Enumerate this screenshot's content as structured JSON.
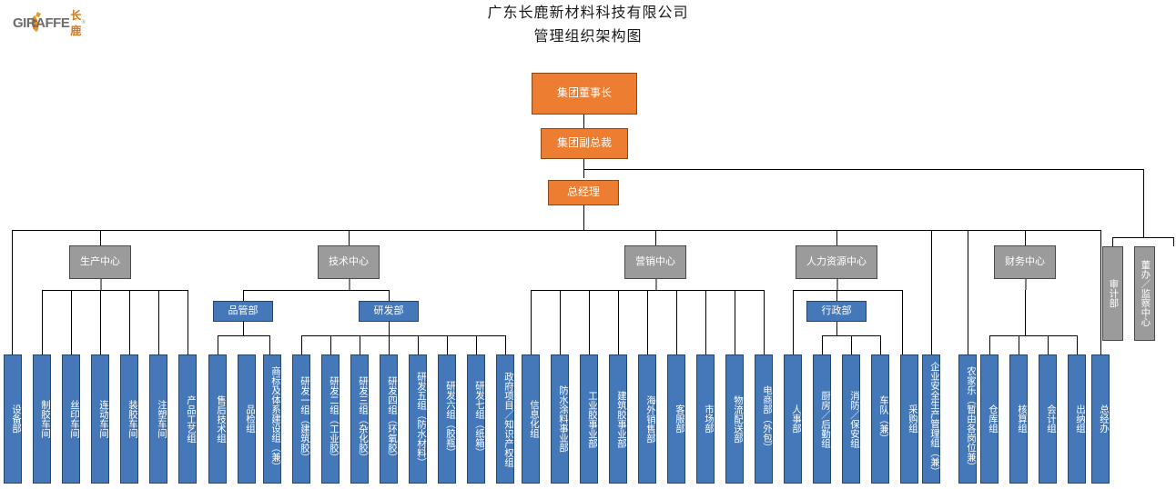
{
  "logo": {
    "latin": "GIRAFFE",
    "chinese": "长鹿",
    "registered": "®",
    "icon": "giraffe-logo-icon"
  },
  "title": {
    "line1": "广东长鹿新材料科技有限公司",
    "line2": "管理组织架构图"
  },
  "colors": {
    "executive": "#ED7D31",
    "center": "#9B9B9B",
    "department": "#4478B8",
    "line": "#000000",
    "line_gray": "#808080"
  },
  "chart_data": {
    "type": "diagram",
    "title": "广东长鹿新材料科技有限公司 管理组织架构图",
    "levels": [
      {
        "name": "executive",
        "color": "#ED7D31"
      },
      {
        "name": "center",
        "color": "#9B9B9B"
      },
      {
        "name": "department",
        "color": "#4478B8"
      }
    ]
  },
  "executive": [
    {
      "id": "chairman",
      "label": "集团董事长"
    },
    {
      "id": "vice-president",
      "label": "集团副总裁"
    },
    {
      "id": "general-manager",
      "label": "总经理"
    }
  ],
  "centers": [
    {
      "id": "production-center",
      "label": "生产中心"
    },
    {
      "id": "technology-center",
      "label": "技术中心"
    },
    {
      "id": "marketing-center",
      "label": "营销中心"
    },
    {
      "id": "hr-center",
      "label": "人力资源中心"
    },
    {
      "id": "finance-center",
      "label": "财务中心"
    }
  ],
  "side_units": [
    {
      "id": "audit-dept",
      "label": "审计部"
    },
    {
      "id": "board-office-supervision-center",
      "label": "董办／监察中心"
    }
  ],
  "mid_departments": [
    {
      "id": "quality-control-dept",
      "label": "品管部"
    },
    {
      "id": "rd-dept",
      "label": "研发部"
    },
    {
      "id": "administration-dept",
      "label": "行政部"
    }
  ],
  "units": [
    {
      "id": "equipment-dept",
      "label": "设备部"
    },
    {
      "id": "glue-making-workshop",
      "label": "制胶车间"
    },
    {
      "id": "silk-screen-workshop",
      "label": "丝印车间"
    },
    {
      "id": "linkage-workshop",
      "label": "连动车间"
    },
    {
      "id": "glue-filling-workshop",
      "label": "装胶车间"
    },
    {
      "id": "injection-molding-workshop",
      "label": "注塑车间"
    },
    {
      "id": "product-process-group",
      "label": "产品工艺组"
    },
    {
      "id": "after-sales-technical-group",
      "label": "售后技术组"
    },
    {
      "id": "quality-inspection-group",
      "label": "品检组"
    },
    {
      "id": "trademark-system-construction-group",
      "label": "商标及体系建设组（兼）"
    },
    {
      "id": "rd-group-1",
      "label": "研发一组（建筑胶）"
    },
    {
      "id": "rd-group-2",
      "label": "研发二组（工业胶）"
    },
    {
      "id": "rd-group-3",
      "label": "研发三组（杂化胶）"
    },
    {
      "id": "rd-group-4",
      "label": "研发四组（环氧胶）"
    },
    {
      "id": "rd-group-5",
      "label": "研发五组（防水材料）"
    },
    {
      "id": "rd-group-6",
      "label": "研发六组（胶瓶）"
    },
    {
      "id": "rd-group-7",
      "label": "研发七组（纸箱）"
    },
    {
      "id": "government-project-ip-group",
      "label": "政府项目／知识产权组"
    },
    {
      "id": "informatization-group",
      "label": "信息化组"
    },
    {
      "id": "waterproof-coating-division",
      "label": "防水涂料事业部"
    },
    {
      "id": "industrial-adhesive-division",
      "label": "工业胶事业部"
    },
    {
      "id": "construction-adhesive-division",
      "label": "建筑胶事业部"
    },
    {
      "id": "overseas-sales-dept",
      "label": "海外销售部"
    },
    {
      "id": "customer-service-dept",
      "label": "客服部"
    },
    {
      "id": "market-dept",
      "label": "市场部"
    },
    {
      "id": "logistics-distribution-dept",
      "label": "物流配送部"
    },
    {
      "id": "ecommerce-dept",
      "label": "电商部（外包）"
    },
    {
      "id": "personnel-dept",
      "label": "人事部"
    },
    {
      "id": "kitchen-logistics-group",
      "label": "厨房／后勤组"
    },
    {
      "id": "fire-security-group",
      "label": "消防／保安组"
    },
    {
      "id": "fleet-group",
      "label": "车队（兼）"
    },
    {
      "id": "purchasing-group",
      "label": "采购组"
    },
    {
      "id": "enterprise-safety-production-group",
      "label": "企业安全生产管理组（兼）"
    },
    {
      "id": "farmhouse-leisure",
      "label": "农家乐（暂由各岗位兼）"
    },
    {
      "id": "warehouse-group",
      "label": "仓库组"
    },
    {
      "id": "accounting-group",
      "label": "核算组"
    },
    {
      "id": "bookkeeping-group",
      "label": "会计组"
    },
    {
      "id": "cashier-group",
      "label": "出纳组"
    },
    {
      "id": "gm-office",
      "label": "总经办"
    }
  ]
}
